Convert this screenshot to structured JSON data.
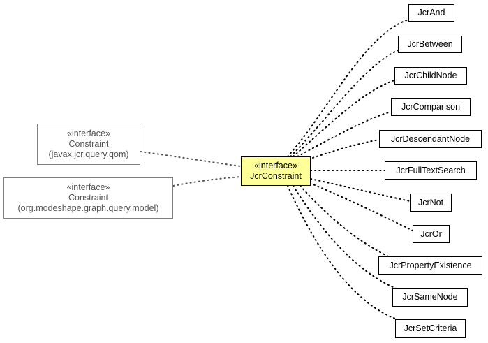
{
  "external_interfaces": [
    {
      "stereotype": "«interface»",
      "name": "Constraint",
      "package": "(javax.jcr.query.qom)"
    },
    {
      "stereotype": "«interface»",
      "name": "Constraint",
      "package": "(org.modeshape.graph.query.model)"
    }
  ],
  "focus_interface": {
    "stereotype": "«interface»",
    "name": "JcrConstraint",
    "fill": "#ffff99"
  },
  "implementations": [
    {
      "name": "JcrAnd"
    },
    {
      "name": "JcrBetween"
    },
    {
      "name": "JcrChildNode"
    },
    {
      "name": "JcrComparison"
    },
    {
      "name": "JcrDescendantNode"
    },
    {
      "name": "JcrFullTextSearch"
    },
    {
      "name": "JcrNot"
    },
    {
      "name": "JcrOr"
    },
    {
      "name": "JcrPropertyExistence"
    },
    {
      "name": "JcrSameNode"
    },
    {
      "name": "JcrSetCriteria"
    }
  ],
  "edges": {
    "style": "dotted",
    "color": "#000000"
  }
}
